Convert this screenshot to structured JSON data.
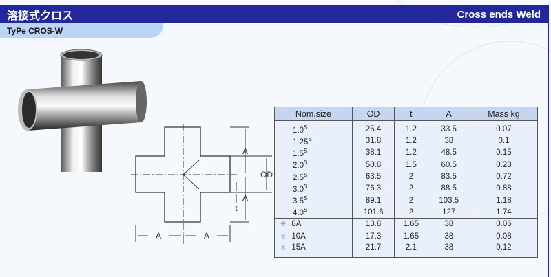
{
  "header": {
    "title_jp": "溶接式クロス",
    "title_en": "Cross ends Weld",
    "type_label": "TyPe CROS-W"
  },
  "drawing": {
    "dim_a": "A",
    "dim_od": "OD",
    "dim_t": "t"
  },
  "table": {
    "columns": [
      "Nom.size",
      "OD",
      "t",
      "A",
      "Mass kg"
    ],
    "rows": [
      {
        "size": "1.0",
        "sup": "S",
        "od": "25.4",
        "t": "1.2",
        "a": "33.5",
        "mass": "0.07"
      },
      {
        "size": "1.25",
        "sup": "S",
        "od": "31.8",
        "t": "1.2",
        "a": "38",
        "mass": "0.1"
      },
      {
        "size": "1.5",
        "sup": "S",
        "od": "38.1",
        "t": "1.2",
        "a": "48.5",
        "mass": "0.15"
      },
      {
        "size": "2.0",
        "sup": "S",
        "od": "50.8",
        "t": "1.5",
        "a": "60.5",
        "mass": "0.28"
      },
      {
        "size": "2.5",
        "sup": "S",
        "od": "63.5",
        "t": "2",
        "a": "83.5",
        "mass": "0.72"
      },
      {
        "size": "3.0",
        "sup": "S",
        "od": "76.3",
        "t": "2",
        "a": "88.5",
        "mass": "0.88"
      },
      {
        "size": "3.5",
        "sup": "S",
        "od": "89.1",
        "t": "2",
        "a": "103.5",
        "mass": "1.18"
      },
      {
        "size": "4.0",
        "sup": "S",
        "od": "101.6",
        "t": "2",
        "a": "127",
        "mass": "1.74"
      }
    ],
    "rows_a": [
      {
        "mark": "※",
        "size": "8A",
        "od": "13.8",
        "t": "1.65",
        "a": "38",
        "mass": "0.06"
      },
      {
        "mark": "※",
        "size": "10A",
        "od": "17.3",
        "t": "1.65",
        "a": "38",
        "mass": "0.08"
      },
      {
        "mark": "※",
        "size": "15A",
        "od": "21.7",
        "t": "2.1",
        "a": "38",
        "mass": "0.12"
      }
    ]
  }
}
